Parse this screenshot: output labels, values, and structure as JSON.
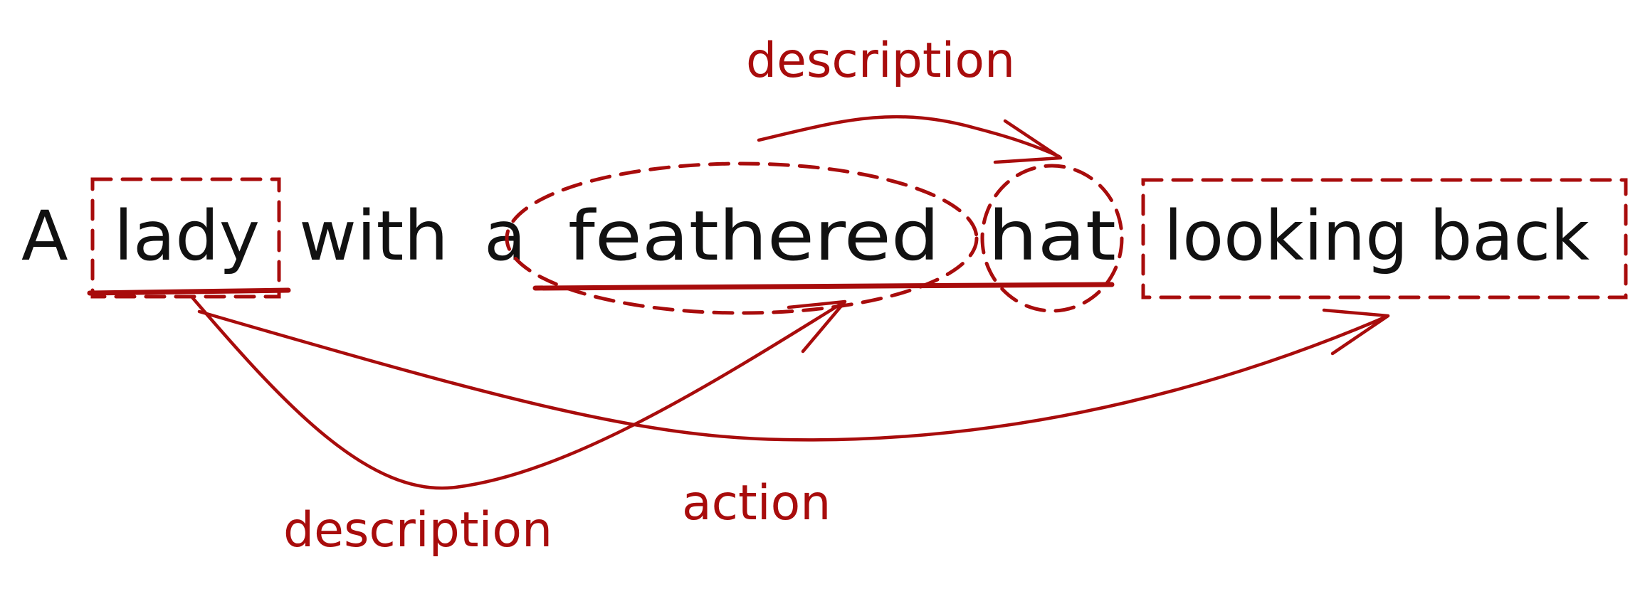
{
  "colors": {
    "text": "#111111",
    "annotation": "#a80c0c"
  },
  "sentence": {
    "w_a": "A",
    "w_lady": "lady",
    "w_with": "with",
    "w_a2": "a",
    "w_feathered": "feathered",
    "w_hat": "hat",
    "w_looking_back": "looking back"
  },
  "relations": {
    "top_label": "description",
    "bottom_left_label": "description",
    "bottom_mid_label": "action"
  }
}
